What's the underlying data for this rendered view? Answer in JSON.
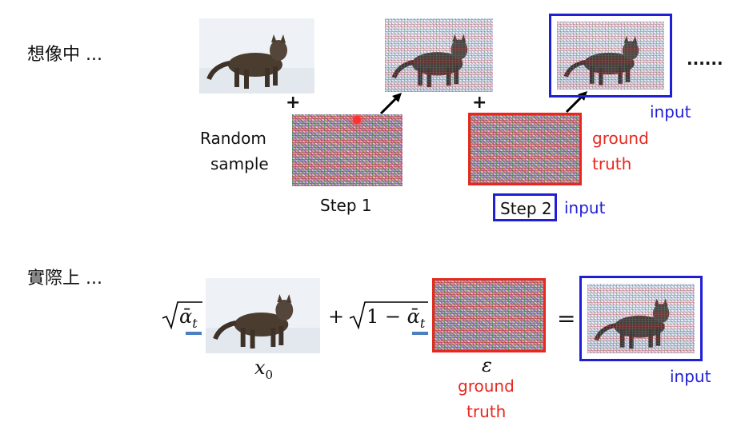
{
  "top": {
    "heading": "想像中 ...",
    "random_sample_line1": "Random",
    "random_sample_line2": "sample",
    "step1": "Step 1",
    "step2": "Step 2",
    "step2_input": "input",
    "gt_line1": "ground",
    "gt_line2": "truth",
    "top_input": "input",
    "ellipsis": "......",
    "plus": "+"
  },
  "bottom": {
    "heading": "實際上 ...",
    "x0_label": "x",
    "x0_sub": "0",
    "epsilon_label": "ε",
    "gt_line1": "ground",
    "gt_line2": "truth",
    "input": "input",
    "sqrt_alpha_left": "ᾱ",
    "sqrt_alpha_sub": "t",
    "one_minus": "1 − ",
    "plus": "+",
    "equals": "="
  },
  "colors": {
    "blue": "#1f1fd6",
    "red": "#e8271e",
    "underline": "#4a7fc1"
  }
}
